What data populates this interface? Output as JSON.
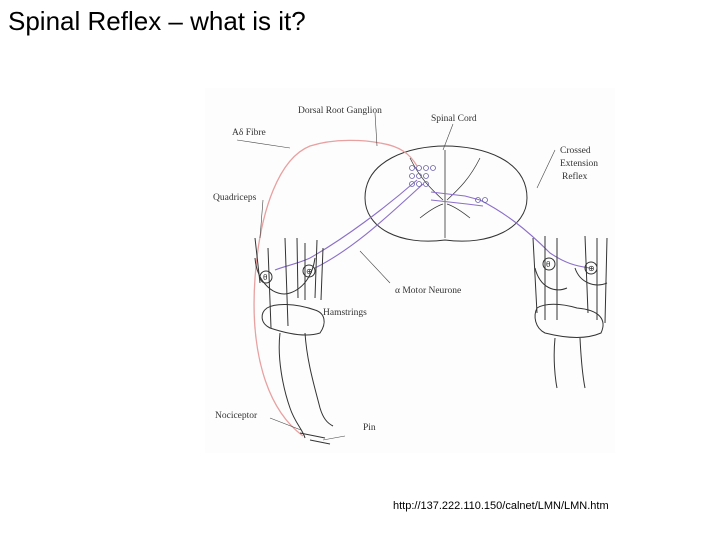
{
  "slide": {
    "title": "Spinal Reflex – what is it?",
    "source_url": "http://137.222.110.150/calnet/LMN/LMN.htm"
  },
  "diagram": {
    "labels": {
      "drg": "Dorsal Root Ganglion",
      "fibre": "Aδ Fibre",
      "cord": "Spinal Cord",
      "crossed1": "Crossed",
      "crossed2": "Extension",
      "crossed3": "Reflex",
      "quad": "Quadriceps",
      "motor": "α Motor Neurone",
      "hams": "Hamstrings",
      "noci": "Nociceptor",
      "pin": "Pin"
    },
    "colors": {
      "sensory": "#e8a0a0",
      "motor": "#8a6fc9",
      "line": "#333333"
    }
  }
}
